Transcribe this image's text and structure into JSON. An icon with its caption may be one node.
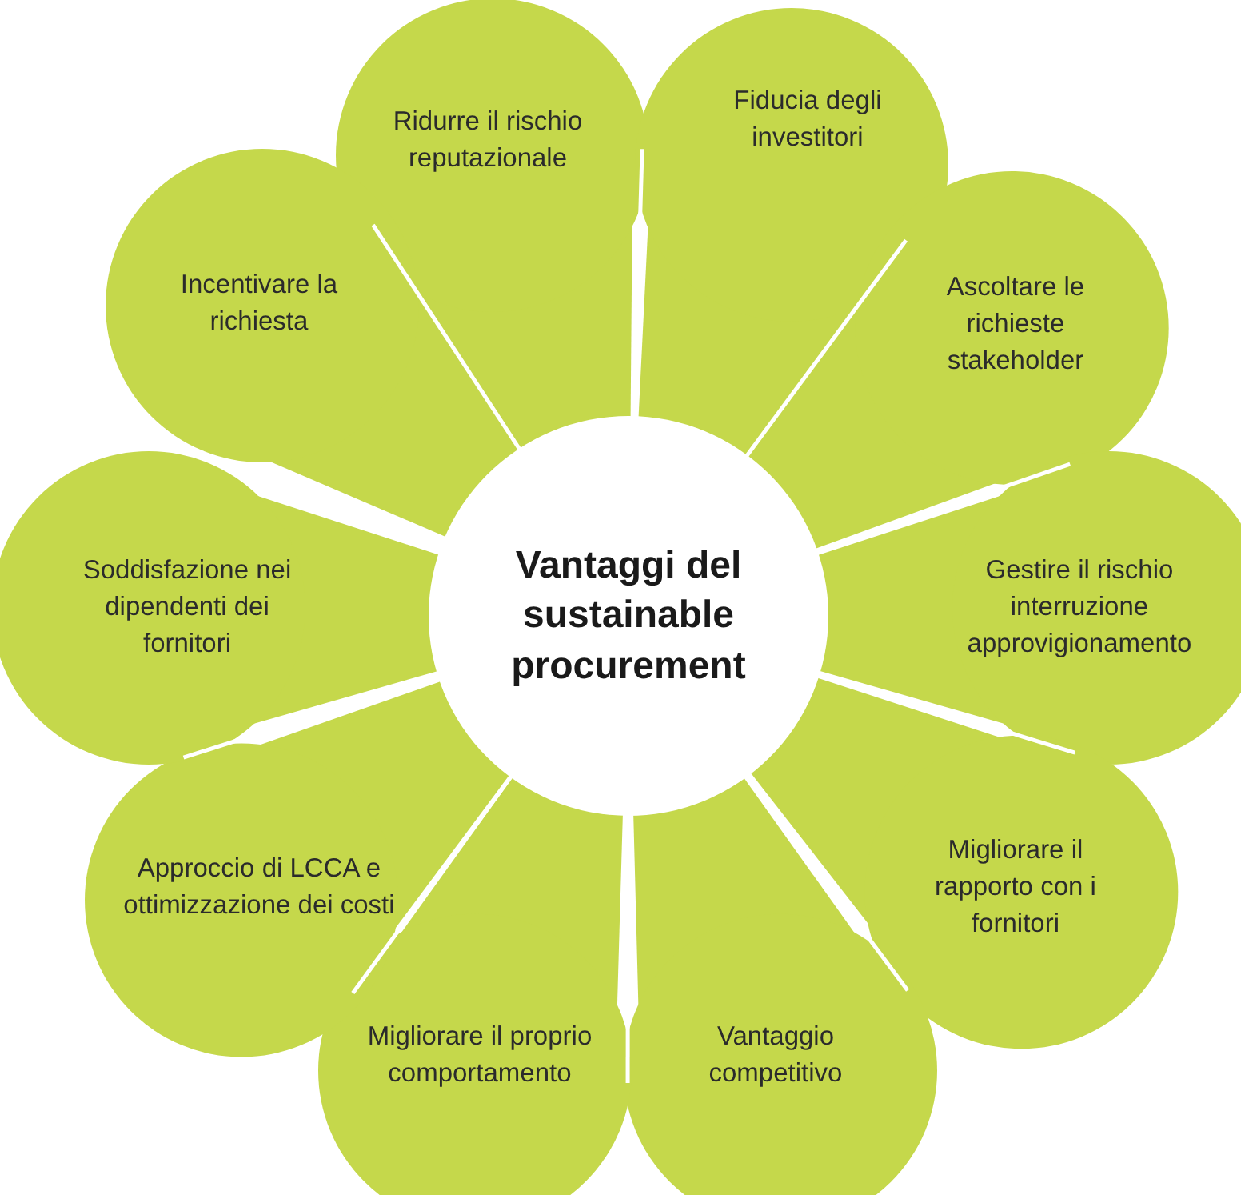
{
  "diagram": {
    "nodes": [
      {
        "text": [
          "Vantaggi del sustainable procurement"
        ]
      },
      {
        "text": [
          "Ridurre il rischio reputazionale"
        ]
      },
      {
        "text": [
          "Fiducia degli investitori"
        ]
      },
      {
        "text": [
          "Ascoltare le richieste stakeholder"
        ]
      },
      {
        "text": [
          "Gestire il rischio interruzione approvigionamento"
        ]
      },
      {
        "text": [
          "Migliorare il rapporto con i fornitori"
        ]
      },
      {
        "text": [
          "Vantaggio competitivo"
        ]
      },
      {
        "text": [
          "Migliorare il proprio comportamento"
        ]
      },
      {
        "text": [
          "Approccio di LCCA e ottimizzazione dei costi"
        ]
      },
      {
        "text": [
          "Soddisfazione nei dipendenti dei fornitori"
        ]
      },
      {
        "text": [
          "Incentivare la richiesta"
        ]
      }
    ],
    "edges": []
  }
}
